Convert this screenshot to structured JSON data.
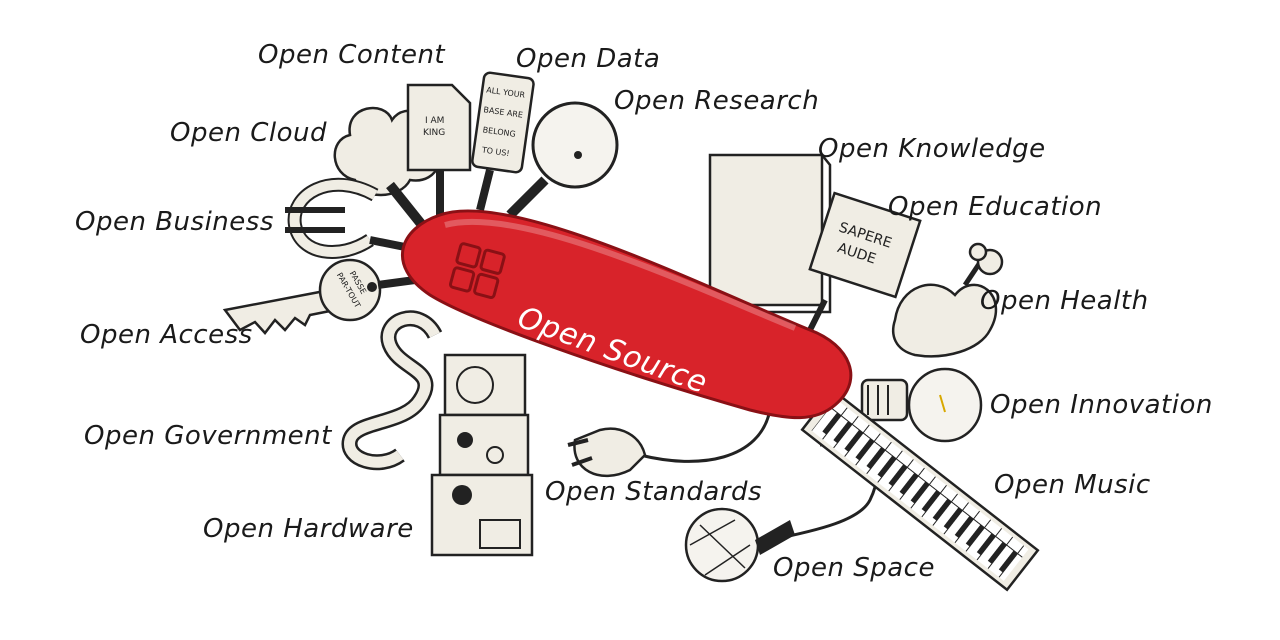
{
  "center": {
    "label": "Open Source"
  },
  "labels": {
    "open_content": "Open Content",
    "open_data": "Open Data",
    "open_research": "Open Research",
    "open_cloud": "Open Cloud",
    "open_knowledge": "Open Knowledge",
    "open_education": "Open Education",
    "open_business": "Open Business",
    "open_health": "Open Health",
    "open_access": "Open Access",
    "open_innovation": "Open Innovation",
    "open_government": "Open Government",
    "open_music": "Open Music",
    "open_standards": "Open Standards",
    "open_hardware": "Open Hardware",
    "open_space": "Open Space"
  },
  "tool_text": {
    "paper_line1": "I AM",
    "paper_line2": "KING",
    "can_line1": "ALL YOUR",
    "can_line2": "BASE ARE",
    "can_line3": "BELONG",
    "can_line4": "TO US!",
    "sign_line1": "SAPERE",
    "sign_line2": "AUDE",
    "key_line1": "PASSE",
    "key_line2": "PAR-TOUT"
  },
  "colors": {
    "knife_red": "#d8232a",
    "tool_fill": "#f0ede4",
    "ink": "#1a1a1a"
  }
}
